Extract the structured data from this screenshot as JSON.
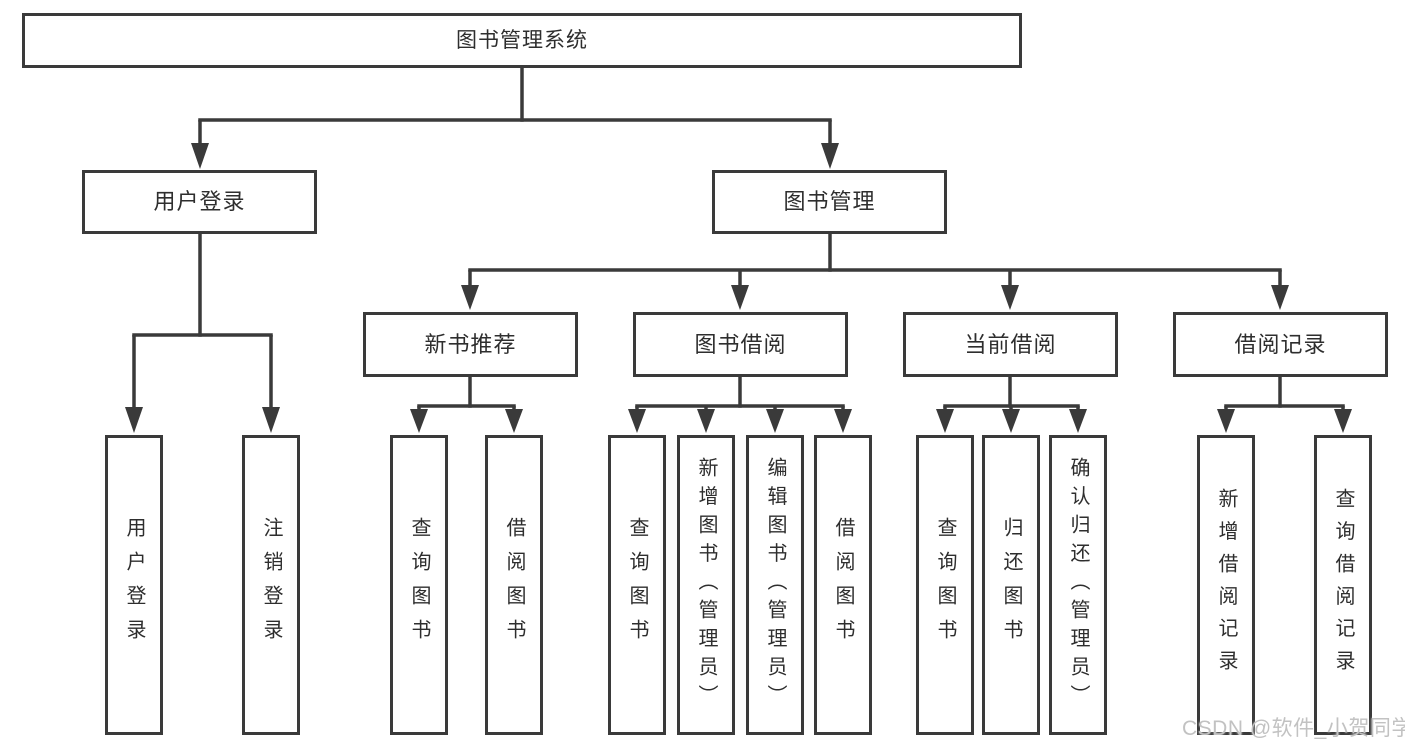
{
  "diagram": {
    "tree": {
      "root": "图书管理系统",
      "children": [
        {
          "label": "用户登录",
          "children": [
            {
              "label": "用户登录"
            },
            {
              "label": "注销登录"
            }
          ]
        },
        {
          "label": "图书管理",
          "children": [
            {
              "label": "新书推荐",
              "children": [
                {
                  "label": "查询图书"
                },
                {
                  "label": "借阅图书"
                }
              ]
            },
            {
              "label": "图书借阅",
              "children": [
                {
                  "label": "查询图书"
                },
                {
                  "label": "新增图书（管理员）"
                },
                {
                  "label": "编辑图书（管理员）"
                },
                {
                  "label": "借阅图书"
                }
              ]
            },
            {
              "label": "当前借阅",
              "children": [
                {
                  "label": "查询图书"
                },
                {
                  "label": "归还图书"
                },
                {
                  "label": "确认归还（管理员）"
                }
              ]
            },
            {
              "label": "借阅记录",
              "children": [
                {
                  "label": "新增借阅记录"
                },
                {
                  "label": "查询借阅记录"
                }
              ]
            }
          ]
        }
      ]
    },
    "watermark": {
      "text": "CSDN @软件_小贺同学"
    },
    "colors": {
      "line": "#3a3a3a",
      "box_border": "#3a3a3a",
      "text": "#2e2e2e",
      "watermark": "#c2c2c2",
      "background": "#ffffff"
    }
  }
}
